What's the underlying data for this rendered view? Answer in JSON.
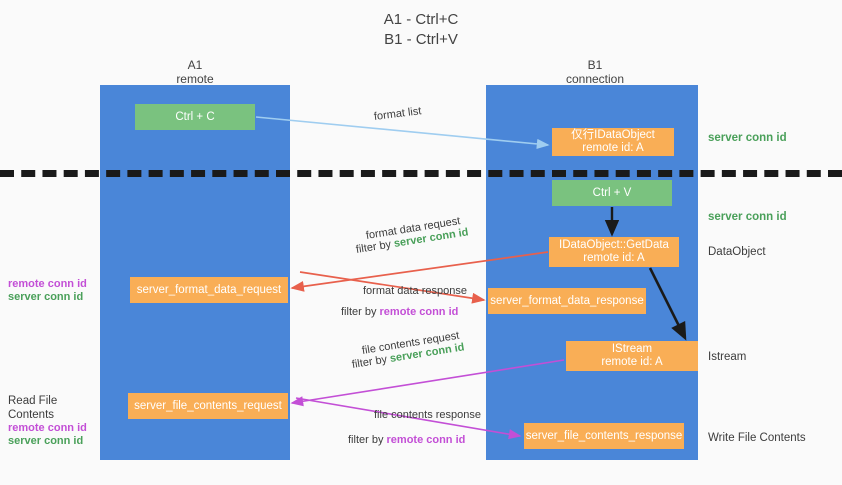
{
  "title": {
    "line1": "A1 - Ctrl+C",
    "line2": "B1 - Ctrl+V"
  },
  "columns": {
    "left": {
      "name": "A1",
      "role": "remote"
    },
    "right": {
      "name": "B1",
      "role": "connection"
    }
  },
  "boxes": {
    "ctrl_c": "Ctrl + C",
    "idataobject": {
      "line1": "仅行IDataObject",
      "line2": "remote id: A"
    },
    "ctrl_v": "Ctrl + V",
    "getdata": {
      "line1": "IDataObject::GetData",
      "line2": "remote id: A"
    },
    "format_data_request": "server_format_data_request",
    "format_data_response": "server_format_data_response",
    "istream": {
      "line1": "IStream",
      "line2": "remote id: A"
    },
    "file_contents_request": "server_file_contents_request",
    "file_contents_response": "server_file_contents_response"
  },
  "arrow_labels": {
    "format_list": "format list",
    "format_data_request": "format data request",
    "format_data_request_filter_prefix": "filter by ",
    "format_data_request_filter_value": "server conn id",
    "format_data_response": "format data response",
    "format_data_response_filter_prefix": "filter by ",
    "format_data_response_filter_value": "remote conn id",
    "file_contents_request": "file contents request",
    "file_contents_request_filter_prefix": "filter by ",
    "file_contents_request_filter_value": "server conn id",
    "file_contents_response": "file contents response",
    "file_contents_response_filter_prefix": "filter by ",
    "file_contents_response_filter_value": "remote conn id"
  },
  "right_annotations": {
    "server_conn_id_1": "server conn id",
    "server_conn_id_2": "server conn id",
    "dataobject": "DataObject",
    "istream": "Istream",
    "write_file_contents": "Write File Contents"
  },
  "left_annotations": {
    "read_file_contents": "Read File Contents",
    "remote_conn_id_1": "remote conn id",
    "server_conn_id_1": "server conn id",
    "remote_conn_id_2": "remote conn id",
    "server_conn_id_2": "server conn id"
  },
  "colors": {
    "lane_blue": "#4a86d8",
    "box_green": "#7ac27f",
    "box_orange": "#f9ae56",
    "accent_green": "#4aa05a",
    "accent_magenta": "#c34fd6",
    "arrow_lightblue": "#9fcdf0",
    "arrow_red": "#e8604c",
    "arrow_black": "#1a1a1a",
    "background": "#fafafa"
  }
}
